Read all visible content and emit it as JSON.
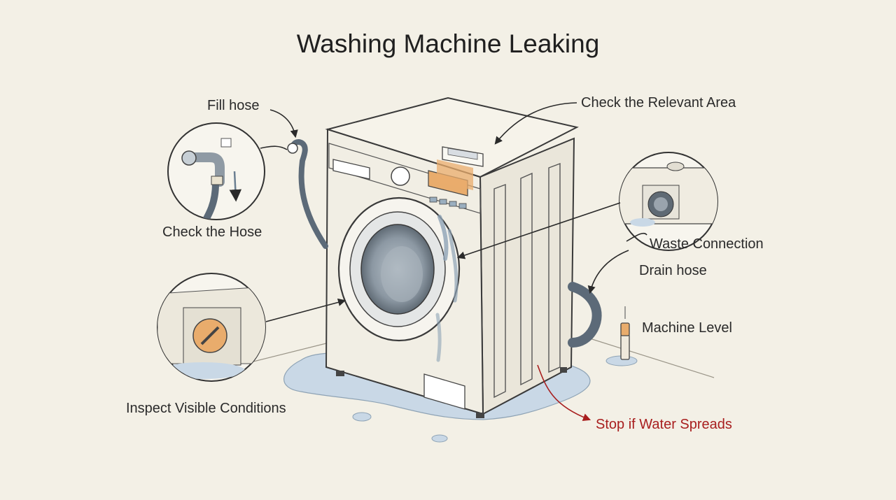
{
  "title": "Washing Machine Leaking",
  "labels": {
    "fill_hose": "Fill hose",
    "check_relevant_area": "Check the Relevant Area",
    "check_the_hose": "Check the Hose",
    "waste_connection": "Waste Connection",
    "drain_hose": "Drain hose",
    "machine_level": "Machine Level",
    "inspect_visible_conditions": "Inspect Visible Conditions",
    "stop_if_water_spreads": "Stop if Water Spreads"
  },
  "colors": {
    "background": "#f3f0e6",
    "ink": "#2a2a2a",
    "water": "#c9d8e6",
    "highlight": "#e9ac6c",
    "warning": "#a81e1e"
  },
  "icons": [
    "washing-machine-icon",
    "tap-hose-icon",
    "waste-connection-icon",
    "filter-cap-icon",
    "level-marker-icon",
    "water-puddle-icon"
  ]
}
